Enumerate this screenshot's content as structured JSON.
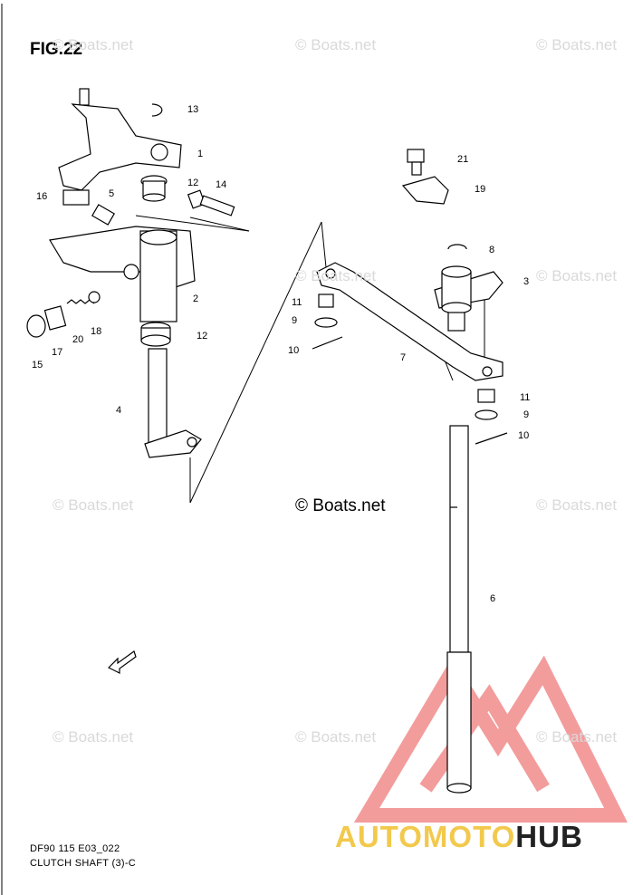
{
  "figure": {
    "title": "FIG.22"
  },
  "watermark": {
    "text": "© Boats.net",
    "main_text": "© Boats.net"
  },
  "callouts": [
    "1",
    "2",
    "3",
    "4",
    "5",
    "6",
    "7",
    "8",
    "9",
    "9",
    "10",
    "10",
    "11",
    "11",
    "12",
    "12",
    "13",
    "14",
    "15",
    "16",
    "17",
    "18",
    "19",
    "20",
    "21"
  ],
  "footer": {
    "code": "DF90 115 E03_022",
    "caption": "CLUTCH SHAFT (3)-C"
  },
  "brand": {
    "part1": "AUTO",
    "part2": "MOTO",
    "part3": "HUB"
  },
  "fwd_label": "FWD",
  "colors": {
    "line": "#000000",
    "watermark": "#d9d9d9",
    "logo_red": "#f28b8b",
    "brand_yellow": "#f2c94c",
    "brand_dark": "#222222"
  }
}
